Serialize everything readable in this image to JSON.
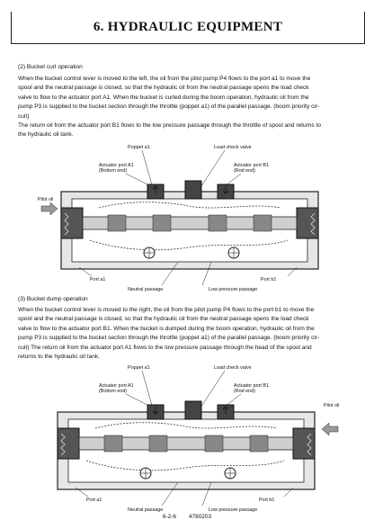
{
  "header": {
    "title": "6. HYDRAULIC EQUIPMENT"
  },
  "curl": {
    "heading": "(2)  Bucket curl operation",
    "lines": [
      "When the bucket control lever is moved to the left, the oil from the pilot pump P4 flows to the port a1 to move the",
      "spool and the neutral passage is closed, so that the hydraulic oil from the neutral passage opens the load check",
      "valve to flow to the actuator port A1. When the bucket is curled during the boom operation, hydraulic oil from the",
      "pump P3 is supplied to the bucket section through the throttle (poppet a1) of the parallel passage. (boom priority cir-",
      "cuit)",
      "The return oil from the actuator port B1 flows to the low pressure passage through the throttle of spool and returns to",
      "the hydraulic oil tank."
    ],
    "diagram": {
      "poppet": "Poppet a1",
      "load_check": "Load check valve",
      "act_a1_line1": "Actuator port A1",
      "act_a1_line2": "(Bottom end)",
      "act_b1_line1": "Actuator port B1",
      "act_b1_line2": "(Rod end)",
      "pilot_oil": "Pilot oil",
      "port_a1": "Port a1",
      "port_b1": "Port b1",
      "neutral": "Neutral passage",
      "low_pressure": "Low pressure passage"
    }
  },
  "dump": {
    "heading": "(3)  Bucket dump operation",
    "lines": [
      "When the bucket control lever is moved to the right, the oil from the pilot pump P4 flows to the port b1 to move the",
      "spool and the neutral passage is closed, so that the hydraulic oil from the neutral passage opens the load check",
      "valve to flow to the actuator port B1. When the bucket is dumped during the boom operation, hydraulic oil from the",
      "pump P3 is supplied to the bucket section through the throttle (poppet a1) of the parallel passage. (boom priority cir-",
      "cuit) The return oil from the actuator port A1 flows to the low pressure passage through the head of the spool and",
      "returns to the hydraulic oil tank."
    ],
    "diagram": {
      "poppet": "Poppet a1",
      "load_check": "Load check valve",
      "act_a1_line1": "Actuator port A1",
      "act_a1_line2": "(Bottom end)",
      "act_b1_line1": "Actuator port B1",
      "act_b1_line2": "(Rod end)",
      "pilot_oil": "Pilot oil",
      "port_a1": "Port a1",
      "port_b1": "Port b1",
      "neutral": "Neutral passage",
      "low_pressure": "Low pressure passage"
    }
  },
  "footer": {
    "page": "6-2-6",
    "code": "4780203"
  }
}
